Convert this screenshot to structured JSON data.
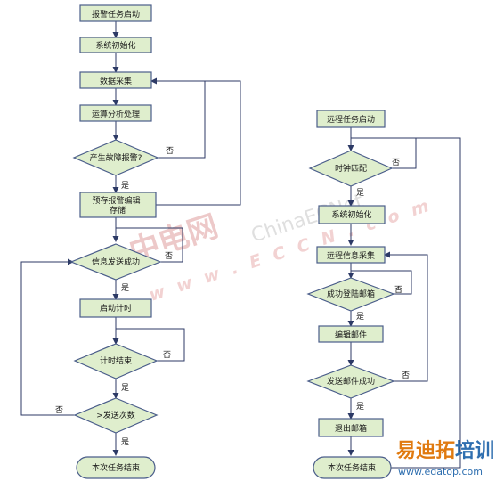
{
  "colors": {
    "node_fill": "#dfeecd",
    "node_stroke": "#4a5d8a",
    "edge": "#2d3a66",
    "brand_orange": "#e07a10",
    "brand_blue": "#2f6fb0"
  },
  "left": {
    "start": "报警任务启动",
    "init": "系统初始化",
    "collect": "数据采集",
    "process": "运算分析处理",
    "fault_q": "产生故障报警?",
    "save": "预存报警编辑\n存储",
    "send_q": "信息发送成功",
    "timer": "启动计时",
    "timer_end_q": "计时结束",
    "count_q": ">发送次数",
    "end": "本次任务结束"
  },
  "right": {
    "start": "远程任务启动",
    "clock_q": "时钟匹配",
    "init": "系统初始化",
    "collect": "远程信息采集",
    "login_q": "成功登陆邮箱",
    "edit": "编辑邮件",
    "send_q": "发送邮件成功",
    "exit": "退出邮箱",
    "end": "本次任务结束"
  },
  "labels": {
    "yes": "是",
    "no": "否"
  },
  "watermark": {
    "cn": "中电网",
    "en": "ChinaECNet",
    "url": "w w w . E C C N . c o m"
  },
  "brand": {
    "name": "易迪拓培训",
    "url": "www.edatop.com"
  }
}
